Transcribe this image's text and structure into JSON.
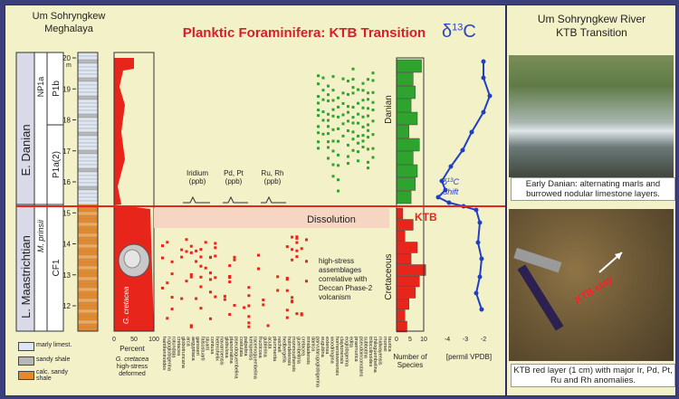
{
  "header": {
    "loc_line1": "Um Sohryngkew",
    "loc_line2": "Meghalaya",
    "title": "Planktic Foraminifera: KTB Transition",
    "delta": "δ13C",
    "right_line1": "Um Sohryngkew River",
    "right_line2": "KTB Transition"
  },
  "strat": {
    "stage_upper": "E. Danian",
    "stage_lower": "L. Maastrichtian",
    "zone_p1b": "P1b",
    "zone_np1a": "NP1a",
    "zone_p1a2": "P1a(2)",
    "zone_mprinsii": "M. prinsii",
    "zone_cf1": "CF1",
    "depth_unit": "m",
    "depth_ticks": [
      "20",
      "19",
      "18",
      "17",
      "16",
      "15",
      "14",
      "13",
      "12"
    ],
    "top_scale": "20",
    "boundary_scale": "20"
  },
  "cretacea": {
    "label": "G. cretacea",
    "axis_label": "Percent",
    "ticks": [
      "0",
      "50",
      "100"
    ],
    "note_line1": "G. cretacea",
    "note_line2": "high-stress",
    "note_line3": "deformed"
  },
  "metals": {
    "iridium_line1": "Iridium",
    "iridium_line2": "(ppb)",
    "pdpt_line1": "Pd, Pt",
    "pdpt_line2": "(ppb)",
    "rurh_line1": "Ru, Rh",
    "rurh_line2": "(ppb)"
  },
  "dissolution": "Dissolution",
  "ktb_label": "KTB",
  "period_danian": "Danian",
  "period_cretaceous": "Cretaceous",
  "assemblage_note": [
    "high-stress",
    "assemblages",
    "correlative with",
    "Deccan Phase-2",
    "volcanism"
  ],
  "species_axis": {
    "ticks": [
      "0",
      "5",
      "10"
    ],
    "label_line1": "Number of",
    "label_line2": "Species"
  },
  "isotope": {
    "ticks": [
      "-4",
      "-3",
      "-2"
    ],
    "unit": "[permil VPDB]",
    "shift_line1": "δ13C",
    "shift_line2": "shift"
  },
  "legend": [
    {
      "label": "marly limest.",
      "color": "#dde6f2"
    },
    {
      "label": "sandy shale",
      "color": "#b7b7b7"
    },
    {
      "label": "calc. sandy shale",
      "color": "#e58a2c"
    }
  ],
  "species_names": [
    "hantkeninoides",
    "rugoglobigerina",
    "rotundata",
    "cretacea",
    "globotruncana",
    "arca",
    "aegyptiaca",
    "gansseri",
    "falsostuarti",
    "stuarti",
    "contusa",
    "heterohelix",
    "navarroensis",
    "globulosa",
    "planomalina",
    "pseudoguembelina",
    "costulata",
    "palpebra",
    "kempensis",
    "racemoguembelina",
    "fructicosa",
    "gublerina",
    "acuta",
    "plummerita",
    "reicheli",
    "hedbergella",
    "holmdelensis",
    "monmouthensis",
    "guembelitria",
    "cretacea",
    "trinidadensis",
    "danica",
    "parvularugoglobigerina",
    "eugubina",
    "extensa",
    "woodringina",
    "hornerstownensis",
    "claytonensis",
    "eoglobigerina",
    "edita",
    "praemurica",
    "pseudoinconstans",
    "subbotina",
    "triloculinoides",
    "chiloguembelina",
    "midwayensis",
    "morsei",
    "taurica"
  ],
  "photo1_caption": "Early Danian: alternating marls and burrowed nodular limestone layers.",
  "photo2_caption": "KTB red layer (1 cm) with major Ir, Pd, Pt, Ru and Rh anomalies.",
  "photo2_label": "KTB clay",
  "colors": {
    "red": "#e8251b",
    "green": "#2ea32e",
    "blue": "#1f3fc4",
    "band": "#f6d5c2",
    "panel_border": "#2a2d60"
  }
}
